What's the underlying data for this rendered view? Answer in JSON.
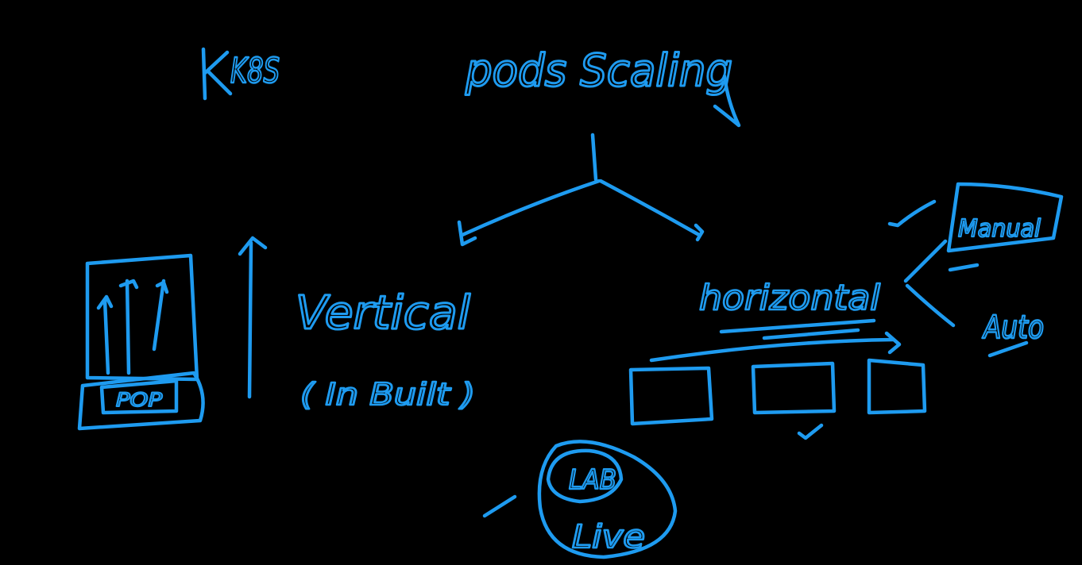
{
  "ink_color": "#1E9BF0",
  "background_color": "#000000",
  "labels": {
    "k8s": "K8S",
    "pods_scaling": "pods Scaling",
    "vertical": "Vertical",
    "vertical_note": "( In Built )",
    "pop": "POP",
    "horizontal": "horizontal",
    "manual": "Manual",
    "auto": "Auto",
    "lab": "LAB",
    "live": "Live"
  }
}
